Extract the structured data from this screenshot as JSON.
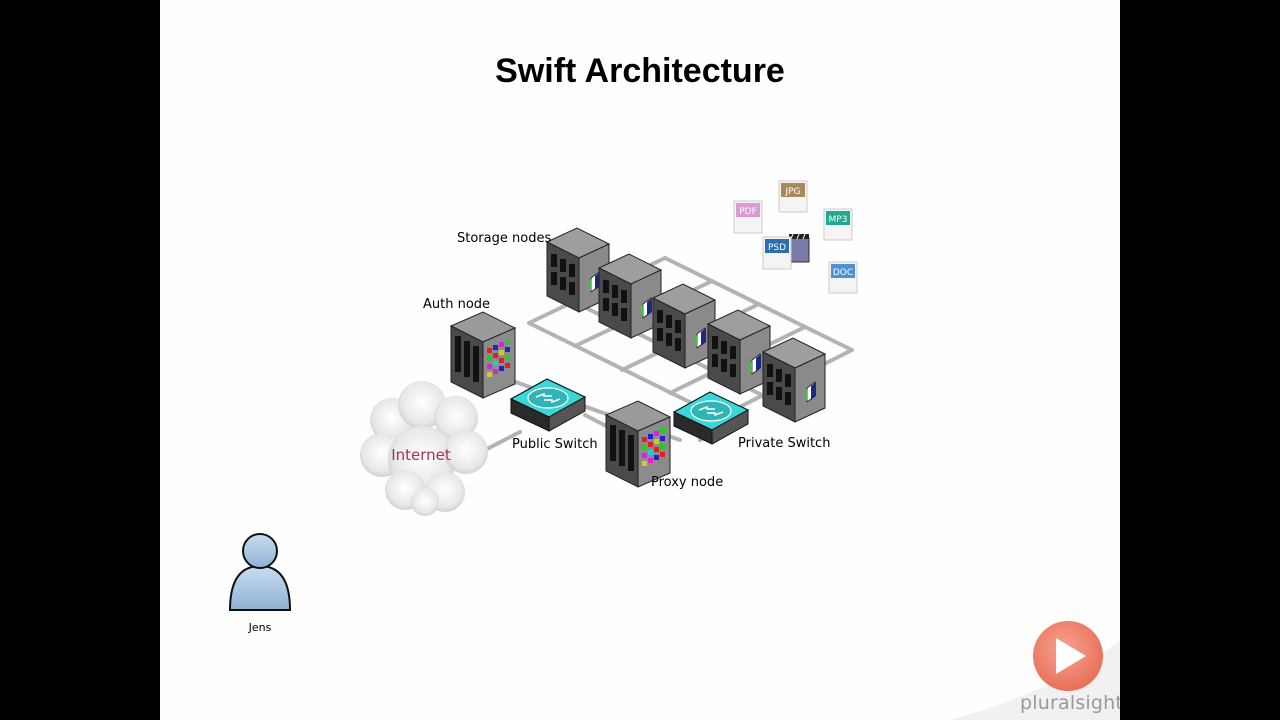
{
  "slide": {
    "title": "Swift Architecture",
    "background": "#fefefe",
    "letterbox_color": "#000000"
  },
  "diagram": {
    "labels": {
      "storage_nodes": "Storage nodes",
      "auth_node": "Auth node",
      "public_switch": "Public Switch",
      "private_switch": "Private Switch",
      "proxy_node": "Proxy node",
      "internet": "Internet"
    },
    "file_types": [
      {
        "label": "PDF",
        "color": "#d99ad6"
      },
      {
        "label": "JPG",
        "color": "#a8895a"
      },
      {
        "label": "MP3",
        "color": "#1fa98f"
      },
      {
        "label": "PSD",
        "color": "#2a6fb0"
      },
      {
        "label": "DOC",
        "color": "#4f8fd4"
      }
    ],
    "file_icon_names": [
      "pdf-file-icon",
      "jpg-file-icon",
      "mp3-file-icon",
      "psd-file-icon",
      "doc-file-icon"
    ],
    "video_icon": "video-clapper-icon",
    "switch_color": "#38d8d8",
    "internet_text_color": "#a0374f"
  },
  "user": {
    "name": "Jens",
    "icon": "user-avatar-icon",
    "color": "#9cc0e0"
  },
  "branding": {
    "name": "pluralsight",
    "play_icon": "play-logo-icon",
    "accent": "#f0826a"
  }
}
